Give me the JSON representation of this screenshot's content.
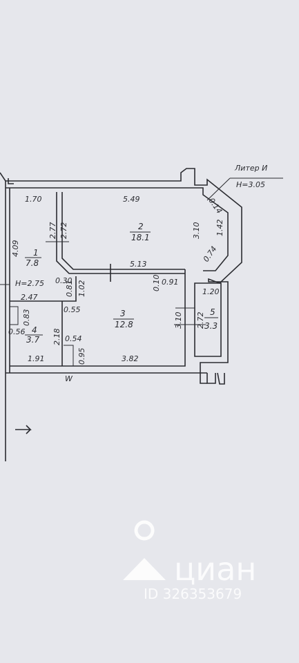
{
  "header": {
    "liter": "Литер И",
    "height": "H=3.05"
  },
  "floor_height": "H=2.75",
  "rooms": [
    {
      "number": "1",
      "area": "7.8"
    },
    {
      "number": "2",
      "area": "18.1"
    },
    {
      "number": "3",
      "area": "12.8"
    },
    {
      "number": "4",
      "area": "3.7"
    },
    {
      "number": "5",
      "area": "3.3"
    }
  ],
  "dimensions": {
    "d_170": "1.70",
    "d_549": "5.49",
    "d_277": "2.77",
    "d_272": "2.72",
    "d_409": "4.09",
    "d_014": "0.14",
    "d_142": "1.42",
    "d_310a": "3.10",
    "d_074": "0.74",
    "d_513": "5.13",
    "d_030": "0.30",
    "d_081": "0.81",
    "d_102": "1.02",
    "d_010": "0.10",
    "d_091": "0.91",
    "d_120": "1.20",
    "d_247": "2.47",
    "d_055": "0.55",
    "d_083": "0.83",
    "d_056": "0.56",
    "d_218": "2.18",
    "d_054": "0.54",
    "d_310b": "3.10",
    "d_272b": "2.72",
    "d_191": "1.91",
    "d_095": "0.95",
    "d_382": "3.82"
  },
  "entrance_mark": "W",
  "watermark": {
    "brand": "циан",
    "id_text": "ID 326353679"
  }
}
